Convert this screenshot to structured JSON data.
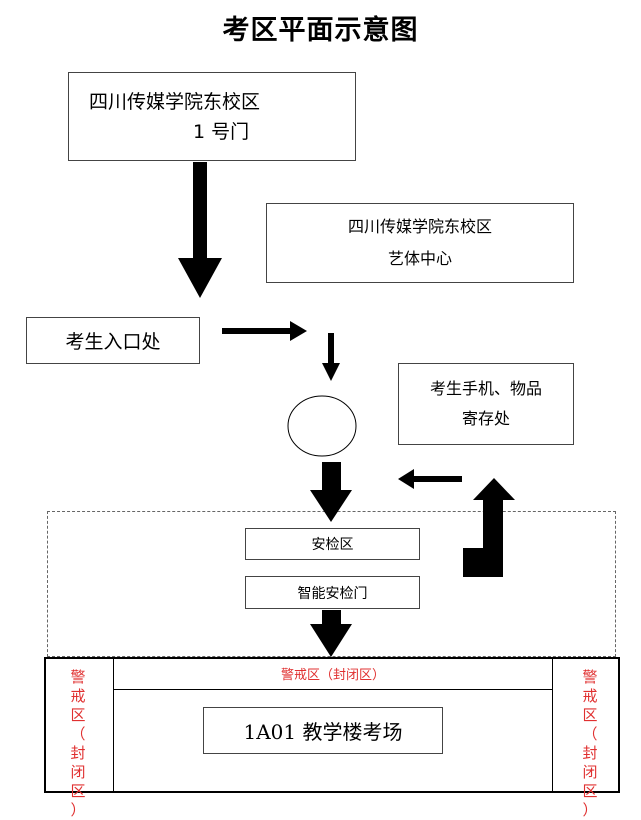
{
  "title": "考区平面示意图",
  "gate": {
    "line1": "四川传媒学院东校区",
    "line2": "1 号门"
  },
  "art_center": {
    "line1": "四川传媒学院东校区",
    "line2": "艺体中心"
  },
  "entrance": {
    "label": "考生入口处"
  },
  "storage": {
    "line1": "考生手机、物品",
    "line2": "寄存处"
  },
  "security_area": {
    "label": "安检区"
  },
  "smart_gate": {
    "label": "智能安检门"
  },
  "cordon_top": {
    "label": "警戒区（封闭区）"
  },
  "exam_room": {
    "label": "1A01 教学楼考场"
  },
  "cordon_side_chars": [
    "警",
    "戒",
    "区",
    "（",
    "封",
    "闭",
    "区",
    "）"
  ],
  "colors": {
    "cordon_text": "#e03030",
    "arrow": "#000000"
  }
}
